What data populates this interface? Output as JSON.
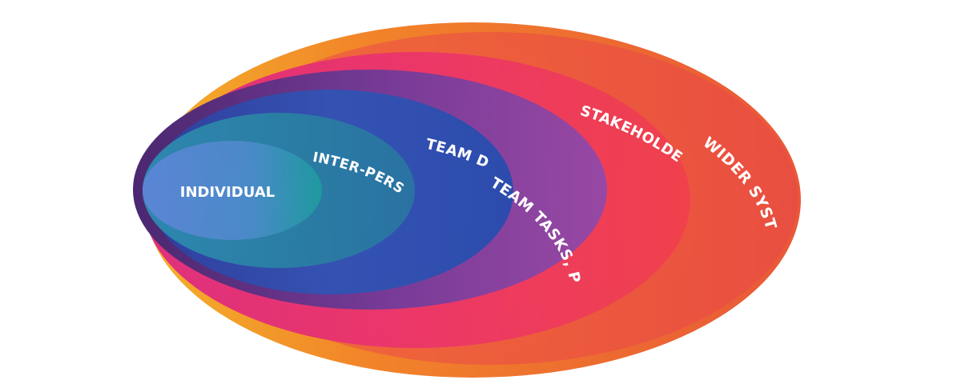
{
  "diagram": {
    "layers": [
      {
        "label": "WIDER SYSTEMIC CONTEXTS (P.E.S.T.L.E)",
        "colors": [
          "#f6b22a",
          "#f7862a",
          "#f25a3a"
        ]
      },
      {
        "label": "STAKEHOLDER INTERFACES",
        "colors": [
          "#e0307f",
          "#f0386a",
          "#f7434e"
        ]
      },
      {
        "label": "TEAM TASKS, PURPOSE AND OBJECTIVES",
        "colors": [
          "#4a2870",
          "#7a3c9a",
          "#9b4aa8"
        ]
      },
      {
        "label": "TEAM DYNAMICS",
        "colors": [
          "#2f3f9e",
          "#3553b4",
          "#2d4db0"
        ]
      },
      {
        "label": "INTER-PERSONAL",
        "colors": [
          "#2e88b0",
          "#2a7fa6",
          "#2a73a4"
        ]
      },
      {
        "label": "INDIVIDUAL",
        "colors": [
          "#5b86d6",
          "#4a8ac8",
          "#1e9aa0"
        ]
      }
    ]
  }
}
